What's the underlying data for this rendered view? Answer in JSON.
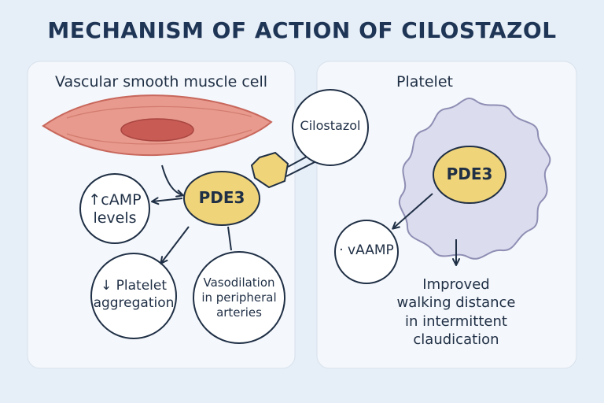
{
  "title": "MECHANISM OF ACTION OF CILOSTAZOL",
  "left_panel": {
    "heading": "Vascular smooth muscle cell",
    "pde3": "PDE3",
    "camp": "↑cAMP\nlevels",
    "platelet_aggregation": "↓ Platelet\naggregation",
    "vasodilation": "Vasodilation\nin peripheral\narteries"
  },
  "drug": {
    "label": "Cilostazol"
  },
  "right_panel": {
    "heading": "Platelet",
    "pde3": "PDE3",
    "vamp": "· vAAMP",
    "outcome": "Improved\nwalking distance\nin intermittent\nclaudication"
  },
  "colors": {
    "panel": "#f4f7fb",
    "muscle": "#e79a8d",
    "nucleus": "#c95b55",
    "enzyme": "#f0d47a",
    "platelet": "#dcdcef",
    "outline": "#1f2f45"
  }
}
